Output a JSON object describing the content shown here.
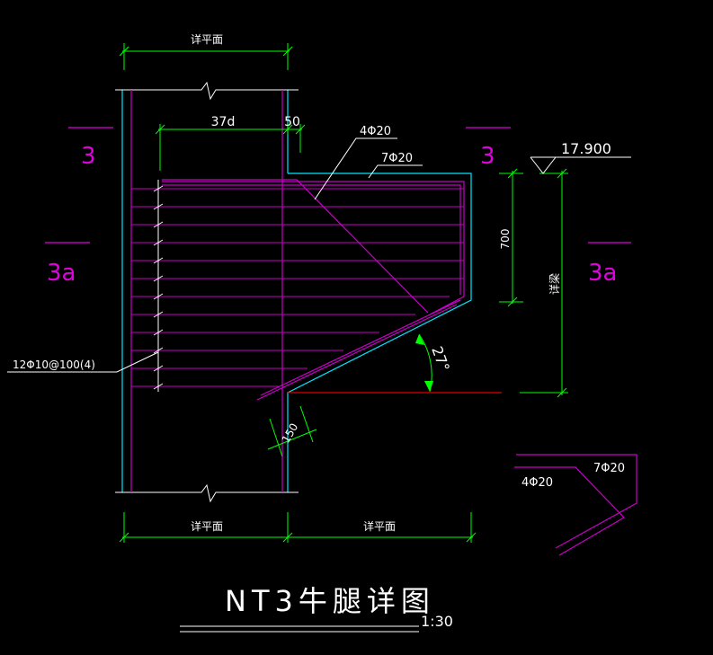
{
  "colors": {
    "background": "#000000",
    "dimension": "#00ff00",
    "rebar": "#c800c8",
    "concrete": "#00e5ff",
    "text_white": "#ffffff",
    "section_mark": "#e000e0",
    "level_line": "#e00000"
  },
  "dimensions": {
    "top_width": "详平面",
    "anchor_length": "37d",
    "cover": "50",
    "height": "700",
    "height_total": "详梁",
    "chamfer": "150",
    "bottom_left": "详平面",
    "bottom_right": "详平面"
  },
  "rebar_labels": {
    "bent_bars": "4Φ20",
    "top_bars": "7Φ20",
    "stirrups": "12Φ10@100(4)",
    "detail_top": "7Φ20",
    "detail_bent": "4Φ20"
  },
  "section_marks": {
    "left_upper": "3",
    "left_lower": "3a",
    "right_upper": "3",
    "right_lower": "3a"
  },
  "elevation": "17.900",
  "angle": "27°",
  "title": {
    "text": "NT3牛腿详图",
    "scale": "1:30"
  }
}
